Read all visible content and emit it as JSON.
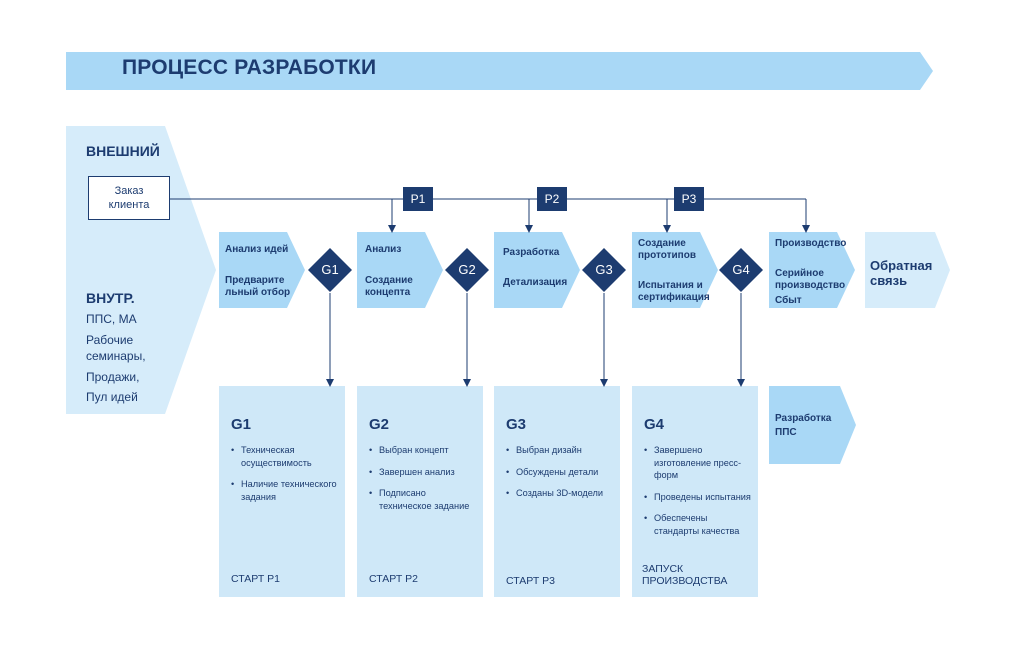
{
  "title": "ПРОЦЕСС РАЗРАБОТКИ",
  "external": {
    "heading": "ВНЕШНИЙ",
    "order_line1": "Заказ",
    "order_line2": "клиента"
  },
  "internal": {
    "heading": "ВНУТР.",
    "items": [
      "ППС, МА",
      "Рабочие",
      "семинары,",
      "Продажи,",
      "Пул идей"
    ]
  },
  "phases": [
    "P1",
    "P2",
    "P3"
  ],
  "stages": [
    {
      "line1": "Анализ идей",
      "line2": "Предварите",
      "line3": "льный отбор"
    },
    {
      "line1": "Анализ",
      "line2": "Создание",
      "line3": "концепта"
    },
    {
      "line1": "Разработка",
      "line2": "Детализация",
      "line3": ""
    },
    {
      "line1": "Создание",
      "line1b": "прототипов",
      "line2": "Испытания и",
      "line3": "сертификация"
    },
    {
      "line1": "Производство",
      "line2": "Серийное",
      "line2b": "производство",
      "line3": "Сбыт"
    }
  ],
  "feedback": {
    "line1": "Обратная",
    "line2": "связь"
  },
  "gates": [
    "G1",
    "G2",
    "G3",
    "G4"
  ],
  "cards": [
    {
      "title": "G1",
      "items": [
        "Техническая осуществимость",
        "Наличие технического задания"
      ],
      "foot1": "СТАРТ Р1",
      "foot2": ""
    },
    {
      "title": "G2",
      "items": [
        "Выбран концепт",
        "Завершен анализ",
        "Подписано техническое задание"
      ],
      "foot1": "СТАРТ Р2",
      "foot2": ""
    },
    {
      "title": "G3",
      "items": [
        "Выбран дизайн",
        "Обсуждены детали",
        "Созданы 3D-модели"
      ],
      "foot1": "СТАРТ Р3",
      "foot2": ""
    },
    {
      "title": "G4",
      "items": [
        "Завершено изготовление пресс-форм",
        "Проведены испытания",
        "Обеспечены стандарты качества"
      ],
      "foot1": "ЗАПУСК",
      "foot2": "ПРОИЗВОДСТВА"
    }
  ],
  "pps": {
    "line1": "Разработка",
    "line2": "ППС"
  },
  "colors": {
    "navy": "#1d3c70",
    "light_blue": "#a9d8f6",
    "pale_blue": "#d6ecfa",
    "card_blue": "#cfe8f8"
  }
}
